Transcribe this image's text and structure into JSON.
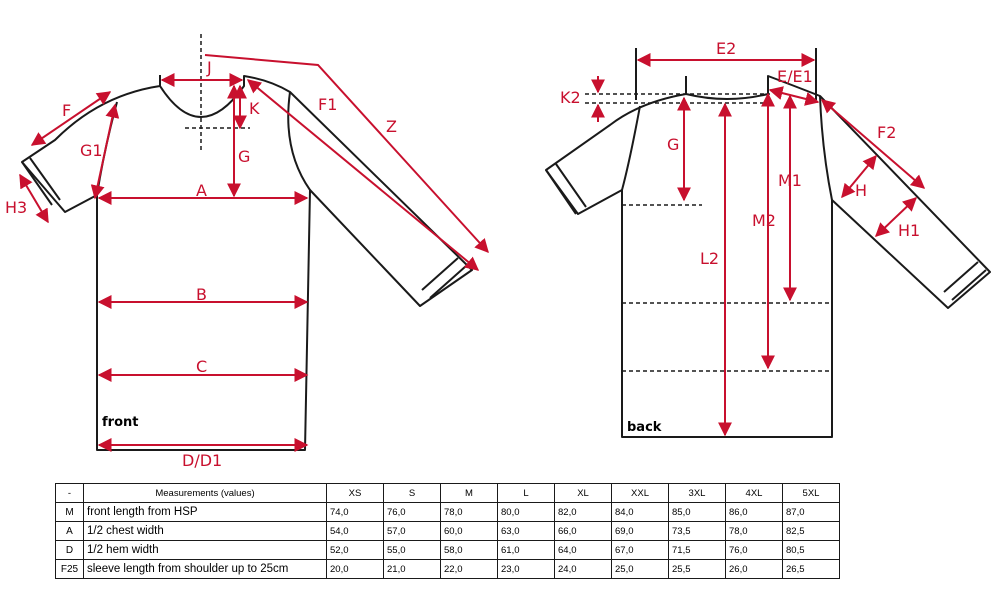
{
  "diagram": {
    "front_labels": {
      "J": "J",
      "F": "F",
      "F1": "F1",
      "Z": "Z",
      "G1": "G1",
      "K": "K",
      "G": "G",
      "H3": "H3",
      "A": "A",
      "B": "B",
      "C": "C",
      "D": "D/D1"
    },
    "back_labels": {
      "E2": "E2",
      "E1": "E/E1",
      "K2": "K2",
      "G": "G",
      "F2": "F2",
      "M1": "M1",
      "H": "H",
      "H1": "H1",
      "M2": "M2",
      "L2": "L2"
    },
    "front_caption": "front",
    "back_caption": "back"
  },
  "table": {
    "header": [
      "-",
      "Measurements (values)",
      "XS",
      "S",
      "M",
      "L",
      "XL",
      "XXL",
      "3XL",
      "4XL",
      "5XL"
    ],
    "rows": [
      {
        "code": "M",
        "desc": "front length from HSP",
        "values": [
          "74,0",
          "76,0",
          "78,0",
          "80,0",
          "82,0",
          "84,0",
          "85,0",
          "86,0",
          "87,0"
        ]
      },
      {
        "code": "A",
        "desc": "1/2 chest width",
        "values": [
          "54,0",
          "57,0",
          "60,0",
          "63,0",
          "66,0",
          "69,0",
          "73,5",
          "78,0",
          "82,5"
        ]
      },
      {
        "code": "D",
        "desc": "1/2 hem width",
        "values": [
          "52,0",
          "55,0",
          "58,0",
          "61,0",
          "64,0",
          "67,0",
          "71,5",
          "76,0",
          "80,5"
        ]
      },
      {
        "code": "F25",
        "desc": "sleeve length from shoulder up to 25cm",
        "values": [
          "20,0",
          "21,0",
          "22,0",
          "23,0",
          "24,0",
          "25,0",
          "25,5",
          "26,0",
          "26,5"
        ]
      }
    ]
  }
}
